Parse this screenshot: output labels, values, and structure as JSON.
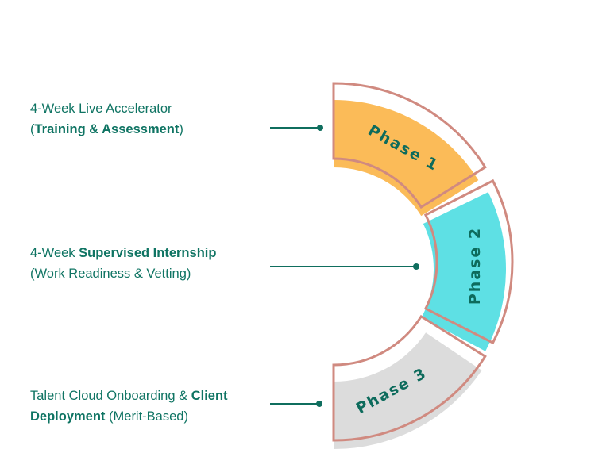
{
  "colors": {
    "text": "#0f7463",
    "connector": "#0f6e5e",
    "outline": "#d08a80",
    "phase_1_fill": "#fbbb58",
    "phase_2_fill": "#5ee0e4",
    "phase_3_fill": "#dcdcdc"
  },
  "steps": [
    {
      "line1": [
        {
          "text": "4-Week Live Accelerator",
          "bold": false
        }
      ],
      "line2": [
        {
          "text": "(",
          "bold": false
        },
        {
          "text": "Training & Assessment",
          "bold": true
        },
        {
          "text": ")",
          "bold": false
        }
      ],
      "phase_label": "Phase 1"
    },
    {
      "line1": [
        {
          "text": "4-Week ",
          "bold": false
        },
        {
          "text": "Supervised Internship",
          "bold": true
        }
      ],
      "line2": [
        {
          "text": "(Work Readiness & Vetting)",
          "bold": false
        }
      ],
      "phase_label": "Phase 2"
    },
    {
      "line1": [
        {
          "text": "Talent Cloud Onboarding & ",
          "bold": false
        },
        {
          "text": "Client",
          "bold": true
        }
      ],
      "line2": [
        {
          "text": "Deployment",
          "bold": true
        },
        {
          "text": " (Merit-Based)",
          "bold": false
        }
      ],
      "phase_label": "Phase 3"
    }
  ]
}
